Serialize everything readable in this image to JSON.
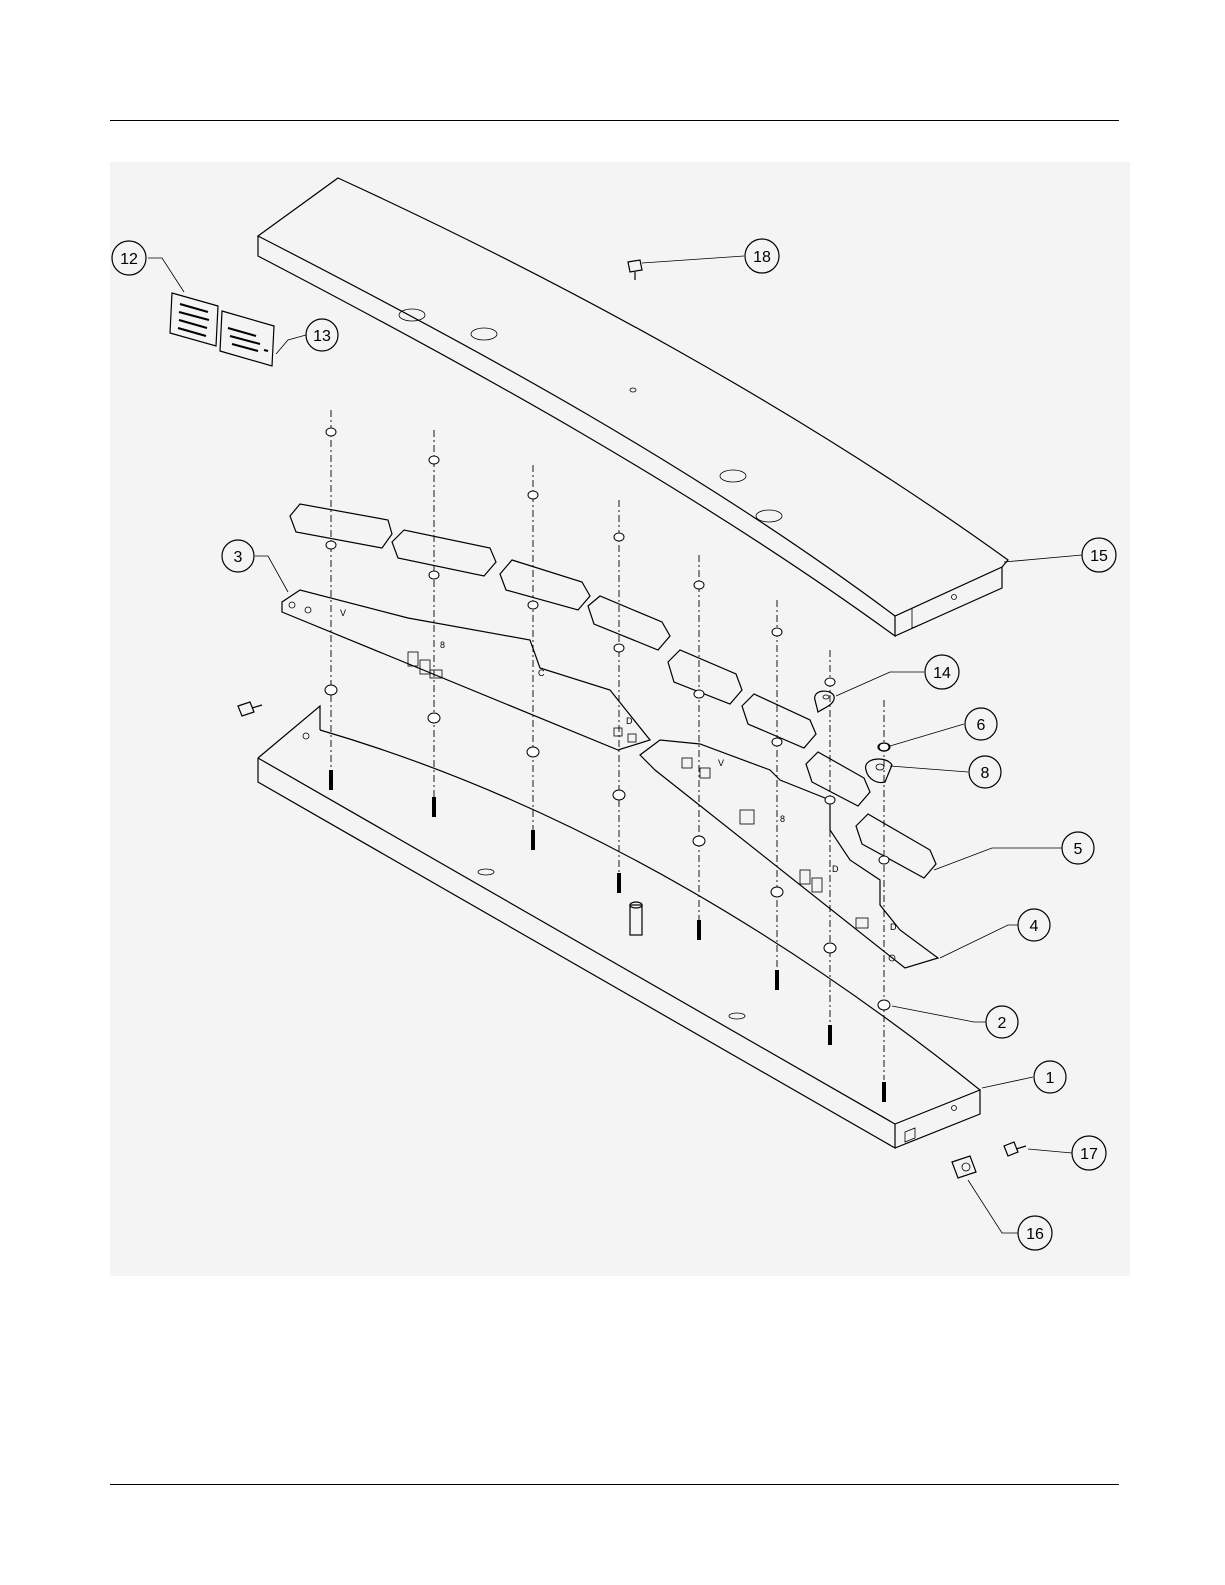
{
  "callouts": [
    {
      "id": "c12",
      "label": "12"
    },
    {
      "id": "c13",
      "label": "13"
    },
    {
      "id": "c18",
      "label": "18"
    },
    {
      "id": "c15",
      "label": "15"
    },
    {
      "id": "c3",
      "label": "3"
    },
    {
      "id": "c14",
      "label": "14"
    },
    {
      "id": "c6",
      "label": "6"
    },
    {
      "id": "c8",
      "label": "8"
    },
    {
      "id": "c5",
      "label": "5"
    },
    {
      "id": "c4",
      "label": "4"
    },
    {
      "id": "c2",
      "label": "2"
    },
    {
      "id": "c1",
      "label": "1"
    },
    {
      "id": "c17",
      "label": "17"
    },
    {
      "id": "c16",
      "label": "16"
    }
  ],
  "colors": {
    "line": "#000000",
    "drawing_background": "#f4f4f4"
  }
}
